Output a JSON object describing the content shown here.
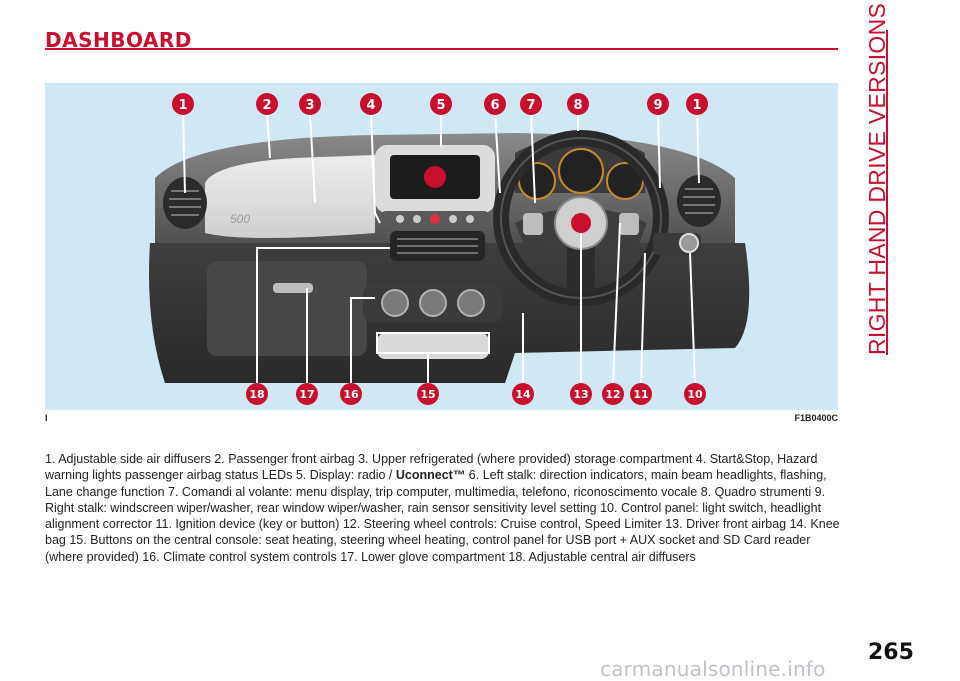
{
  "header": {
    "title": "DASHBOARD"
  },
  "side_label": "RIGHT HAND DRIVE VERSIONS",
  "figure": {
    "mark": "I",
    "code": "F1B0400C",
    "callouts_top": [
      "1",
      "2",
      "3",
      "4",
      "5",
      "6",
      "7",
      "8",
      "9",
      "1"
    ],
    "callouts_bottom": [
      "18",
      "17",
      "16",
      "15",
      "14",
      "13",
      "12",
      "11",
      "10"
    ],
    "colors": {
      "badge": "#c8102e",
      "background": "#cfe8f3",
      "dash": "#6a6a6a"
    }
  },
  "caption": {
    "part1": "1. Adjustable side air diffusers 2. Passenger front airbag 3. Upper refrigerated (where provided) storage compartment 4. Start&Stop, Hazard warning lights passenger airbag status LEDs 5. Display: radio / ",
    "brand": "Uconnect™",
    "part2": " 6. Left stalk: direction indicators, main beam headlights, flashing, Lane change function 7. Comandi al volante: menu display, trip computer, multimedia, telefono, riconoscimento vocale 8. Quadro strumenti 9. Right stalk: windscreen wiper/washer, rear window wiper/washer, rain sensor sensitivity level setting 10. Control panel: light switch, headlight alignment corrector 11. Ignition device (key or button) 12. Steering wheel controls: Cruise control, Speed Limiter 13. Driver front airbag 14. Knee bag 15. Buttons on the central console: seat heating, steering wheel heating, control panel for USB port + AUX socket and SD Card reader (where provided) 16. Climate control system controls 17. Lower glove compartment 18. Adjustable central air diffusers"
  },
  "page_number": "265",
  "watermark": "carmanualsonline.info"
}
